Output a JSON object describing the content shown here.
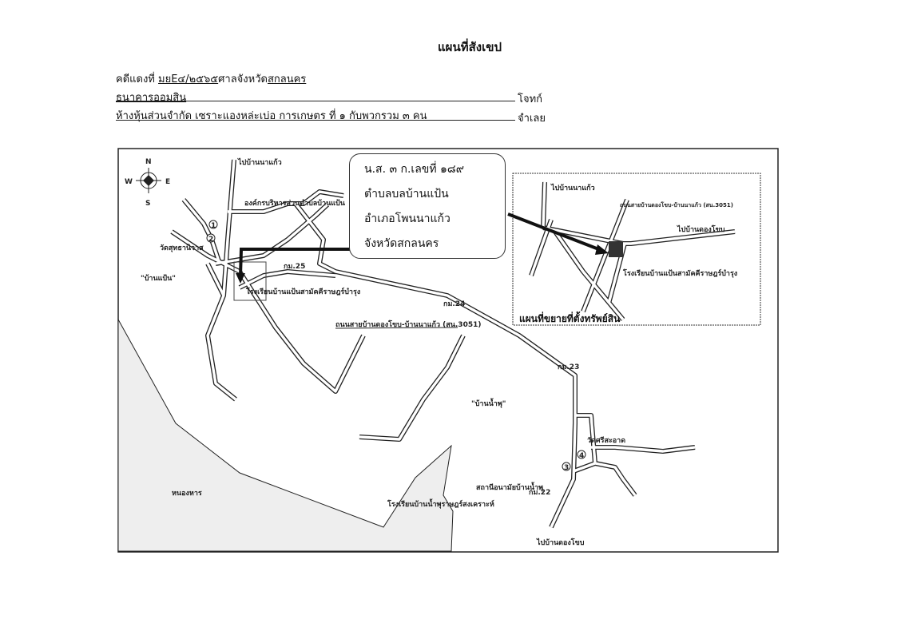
{
  "document": {
    "title": "แผนที่สังเขป",
    "case_label": "คดีแดงที่",
    "case_number": "มยE๔/๒๕๖๕",
    "court_label": "ศาลจังหวัด",
    "court_province": "สกลนคร",
    "plaintiff": "ธนาคารออมสิน",
    "plaintiff_role": "โจทก์",
    "defendant": "ห้างหุ้นส่วนจำกัด เซราะแองหล่ะเบ่อ การเกษตร ที่ ๑ กับพวกรวม ๓ คน",
    "defendant_role": "จำเลย"
  },
  "map": {
    "compass": {
      "n": "N",
      "s": "S",
      "e": "E",
      "w": "W"
    },
    "callout": [
      "น.ส. ๓ ก.เลขที่ ๑๘๙",
      "ตำบลบลบ้านแป้น",
      "อำเภอโพนนาแก้ว",
      "จังหวัดสกลนคร"
    ],
    "labels": {
      "to_ban_na_kaeo": "ไปบ้านนาแก้ว",
      "sao": "องค์กรบริหารส่วนตำบลบ้านแป้น",
      "wat_sutha": "วัดสุทธานิวาส",
      "ban_paen": "\"บ้านแป้น\"",
      "school_paen": "โรงเรียนบ้านแป้นสามัคคีราษฎร์บำรุง",
      "km25": "กม.25",
      "km24": "กม.24",
      "km23": "กม.23",
      "km22": "กม.22",
      "road_name": "ถนนสายบ้านดองโขบ-บ้านนาแก้ว (สน.3051)",
      "ban_nam_phu": "\"บ้านน้ำพุ\"",
      "wat_sri": "วัดศรีสะอาด",
      "health_station": "สถานีอนามัยบ้านน้ำพุ",
      "school_nam_phu": "โรงเรียนบ้านน้ำพุราษฎร์สงเคราะห์",
      "lake": "หนองหาร",
      "to_dong_khob": "ไปบ้านดองโขบ",
      "marker1": "1",
      "marker2": "2",
      "marker3": "3",
      "marker4": "4"
    },
    "inset": {
      "title": "แผนที่ขยายที่ตั้งทรัพย์สิน",
      "to_ban_na_kaeo": "ไปบ้านนาแก้ว",
      "road_name": "ถนนสายบ้านดองโขบ-บ้านนาแก้ว (สน.3051)",
      "to_dong_khob": "ไปบ้านดองโขบ",
      "school": "โรงเรียนบ้านแป้นสามัคคีราษฎร์บำรุง"
    }
  }
}
